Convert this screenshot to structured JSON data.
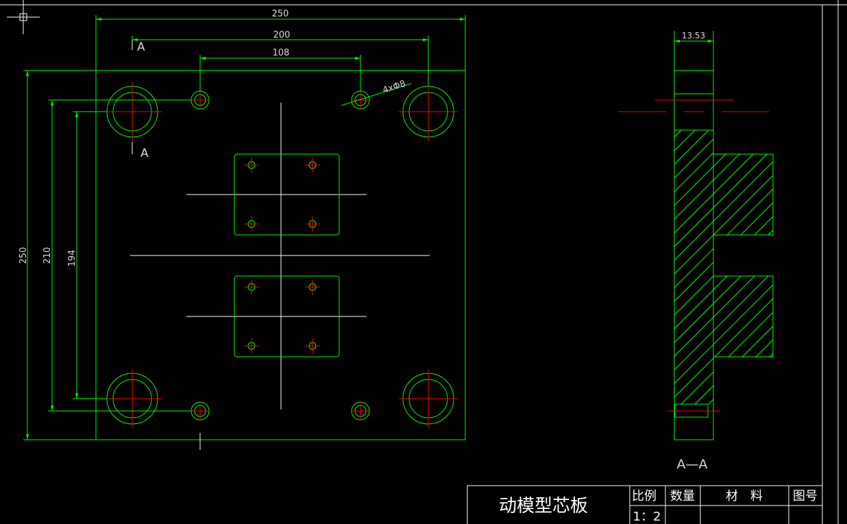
{
  "drawing": {
    "background": "#000000",
    "line_colors": {
      "outline": "#00ff00",
      "center": "#ffffff",
      "dimension": "#00ff00",
      "axis": "#ff0000",
      "frame": "#ffffff"
    },
    "dimensions": {
      "width_overall": "250",
      "pin_spacing": "200",
      "hole_spacing": "108",
      "hole_callout": "4xΦ8",
      "height_overall": "250",
      "height_210": "210",
      "height_194": "194",
      "thickness": "13.53"
    },
    "section_marks": {
      "top": "A",
      "bottom": "A"
    },
    "section_label": "A—A"
  },
  "title_block": {
    "part_name": "动模型芯板",
    "headers": {
      "scale": "比例",
      "quantity": "数量",
      "material": "材　料",
      "drawing_no": "图号"
    },
    "values": {
      "scale": "1：2"
    }
  }
}
